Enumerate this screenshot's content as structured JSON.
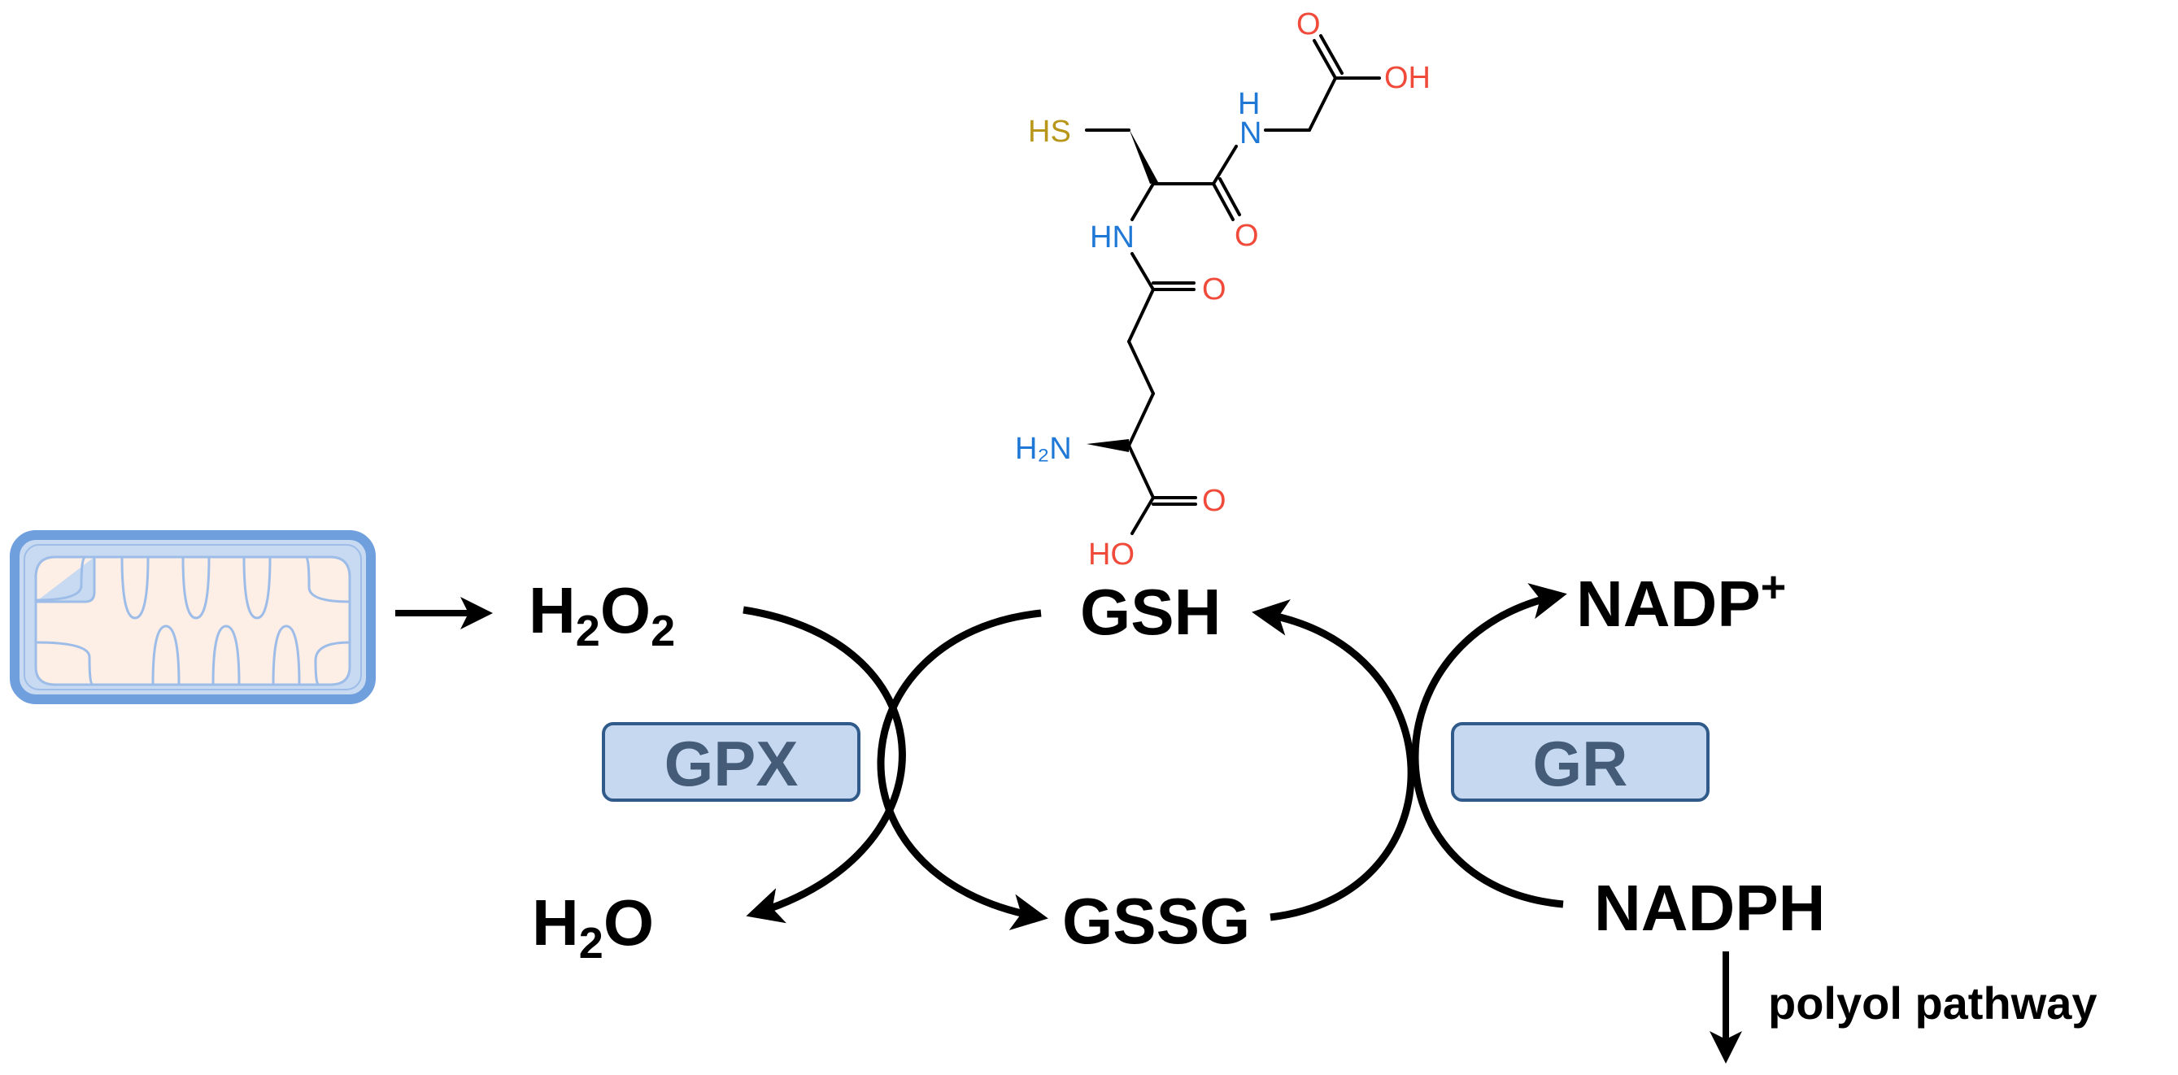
{
  "colors": {
    "enzyme_fill": "#c5d8f0",
    "enzyme_stroke": "#2f5a8a",
    "enzyme_text": "#445c78",
    "mito_outer": "#6f9fdc",
    "mito_inner_fill": "#fdeee6",
    "oxygen": "#f04a3a",
    "nitrogen": "#1f78d6",
    "sulfur": "#b8961a",
    "bond": "#000000"
  },
  "icons": {
    "mitochondrion": "mitochondrion-icon"
  },
  "species": {
    "h2o2": {
      "main": "H",
      "sub1": "2",
      "mid": "O",
      "sub2": "2"
    },
    "h2o": {
      "main": "H",
      "sub1": "2",
      "end": "O"
    },
    "gsh": "GSH",
    "gssg": "GSSG",
    "nadp_plus": {
      "main": "NADP",
      "sup": "+"
    },
    "nadph": "NADPH",
    "polyol": "polyol pathway"
  },
  "enzymes": {
    "gpx": "GPX",
    "gr": "GR"
  },
  "structure_atoms": {
    "hs": "HS",
    "nh_top": "N",
    "h_top": "H",
    "hn": "HN",
    "h2n": "H₂N",
    "oh_top": "OH",
    "o_top": "O",
    "o_amide1": "O",
    "o_amide2": "O",
    "o_acid": "O",
    "ho_bottom": "HO"
  }
}
